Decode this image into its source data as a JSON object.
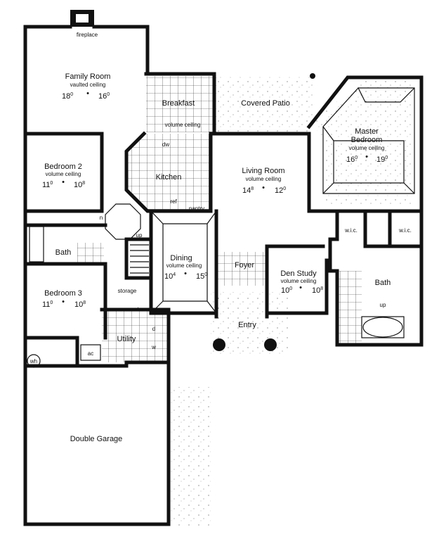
{
  "rooms": {
    "fireplace": "fireplace",
    "family_room": {
      "name": "Family Room",
      "note": "vaulted ceiling",
      "dim_w": "18",
      "dim_w_sup": "0",
      "dim_d": "16",
      "dim_d_sup": "0"
    },
    "breakfast": {
      "name": "Breakfast"
    },
    "volume_ceiling_breakfast": "volume ceiling",
    "covered_patio": {
      "name": "Covered Patio"
    },
    "master_bedroom": {
      "name_line1": "Master",
      "name_line2": "Bedroom",
      "note": "volume ceiling",
      "dim_w": "16",
      "dim_w_sup": "0",
      "dim_d": "19",
      "dim_d_sup": "0"
    },
    "bedroom2": {
      "name": "Bedroom 2",
      "note": "volume ceiling",
      "dim_w": "11",
      "dim_w_sup": "0",
      "dim_d": "10",
      "dim_d_sup": "8"
    },
    "dw": "dw",
    "kitchen": {
      "name": "Kitchen"
    },
    "living_room": {
      "name": "Living Room",
      "note": "volume ceiling",
      "dim_w": "14",
      "dim_w_sup": "8",
      "dim_d": "12",
      "dim_d_sup": "0"
    },
    "ref": "ref",
    "pantry": "pantry",
    "n": "n",
    "up_stairs": "up",
    "wic_left": "w.i.c.",
    "wic_right": "w.i.c.",
    "bath_hall": {
      "name": "Bath"
    },
    "dining": {
      "name": "Dining",
      "note": "volume ceiling",
      "dim_w": "10",
      "dim_w_sup": "4",
      "dim_d": "15",
      "dim_d_sup": "0"
    },
    "foyer": {
      "name": "Foyer"
    },
    "den_study": {
      "name": "Den  Study",
      "note": "volume ceiling",
      "dim_w": "10",
      "dim_w_sup": "0",
      "dim_d": "10",
      "dim_d_sup": "8"
    },
    "bath_master": {
      "name": "Bath"
    },
    "bedroom3": {
      "name": "Bedroom 3",
      "dim_w": "11",
      "dim_w_sup": "0",
      "dim_d": "10",
      "dim_d_sup": "8"
    },
    "storage": "storage",
    "stor": "stor",
    "up_master": "up",
    "entry": {
      "name": "Entry"
    },
    "utility": {
      "name": "Utility"
    },
    "d": "d",
    "w": "w",
    "ac": "ac",
    "wh": "wh",
    "double_garage": {
      "name": "Double Garage"
    }
  },
  "separator": "•"
}
